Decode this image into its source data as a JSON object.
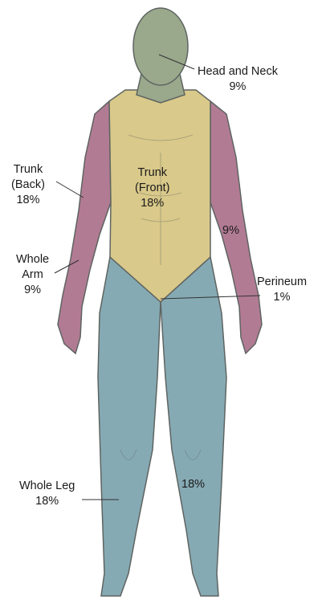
{
  "colors": {
    "head": "#9aa88c",
    "trunk": "#d9c98a",
    "arm": "#b27b94",
    "leg": "#86aab4",
    "outline": "#5e6461",
    "leader": "#333333",
    "text": "#1a1a1a"
  },
  "labels": {
    "head_neck": {
      "name": "Head and Neck",
      "pct": "9%"
    },
    "trunk_front": {
      "line1": "Trunk",
      "line2": "(Front)",
      "pct": "18%"
    },
    "trunk_back": {
      "line1": "Trunk",
      "line2": "(Back)",
      "pct": "18%"
    },
    "whole_arm": {
      "line1": "Whole",
      "line2": "Arm",
      "pct": "9%"
    },
    "arm_right_pct": "9%",
    "perineum": {
      "name": "Perineum",
      "pct": "1%"
    },
    "whole_leg": {
      "name": "Whole Leg",
      "pct": "18%"
    },
    "leg_right_pct": "18%"
  }
}
